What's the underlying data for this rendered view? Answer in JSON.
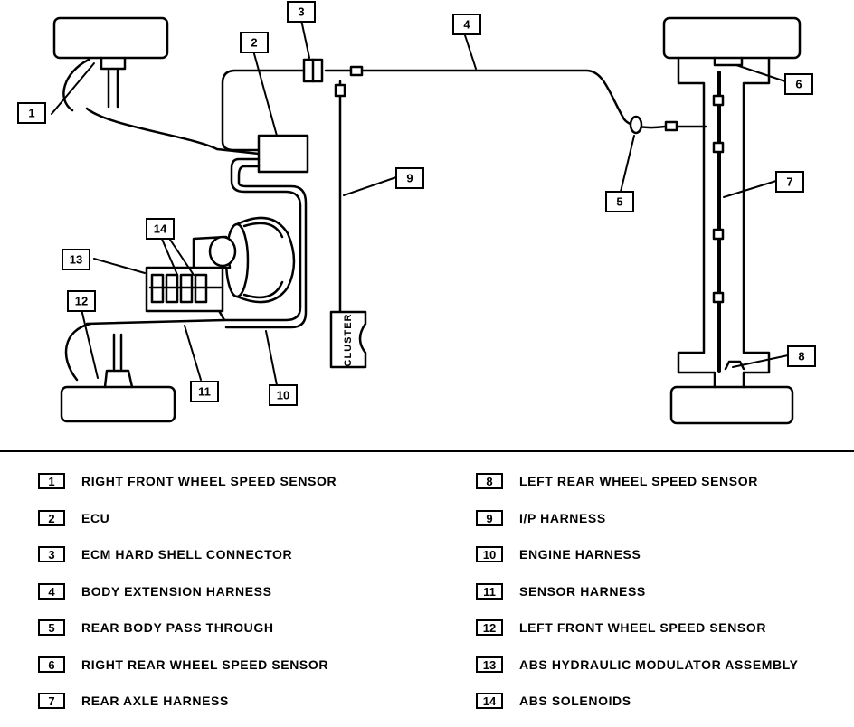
{
  "callouts": [
    "1",
    "2",
    "3",
    "4",
    "5",
    "6",
    "7",
    "8",
    "9",
    "10",
    "11",
    "12",
    "13",
    "14"
  ],
  "diagram_labels": {
    "cluster": "CLUSTER"
  },
  "legend": {
    "left": [
      {
        "num": "1",
        "label": "RIGHT FRONT WHEEL SPEED SENSOR"
      },
      {
        "num": "2",
        "label": "ECU"
      },
      {
        "num": "3",
        "label": "ECM HARD SHELL CONNECTOR"
      },
      {
        "num": "4",
        "label": "BODY EXTENSION HARNESS"
      },
      {
        "num": "5",
        "label": "REAR BODY PASS THROUGH"
      },
      {
        "num": "6",
        "label": "RIGHT REAR WHEEL SPEED SENSOR"
      },
      {
        "num": "7",
        "label": "REAR AXLE HARNESS"
      }
    ],
    "right": [
      {
        "num": "8",
        "label": "LEFT REAR WHEEL SPEED SENSOR"
      },
      {
        "num": "9",
        "label": "I/P HARNESS"
      },
      {
        "num": "10",
        "label": "ENGINE HARNESS"
      },
      {
        "num": "11",
        "label": "SENSOR HARNESS"
      },
      {
        "num": "12",
        "label": "LEFT FRONT WHEEL SPEED SENSOR"
      },
      {
        "num": "13",
        "label": "ABS HYDRAULIC MODULATOR  ASSEMBLY"
      },
      {
        "num": "14",
        "label": "ABS SOLENOIDS"
      }
    ]
  }
}
